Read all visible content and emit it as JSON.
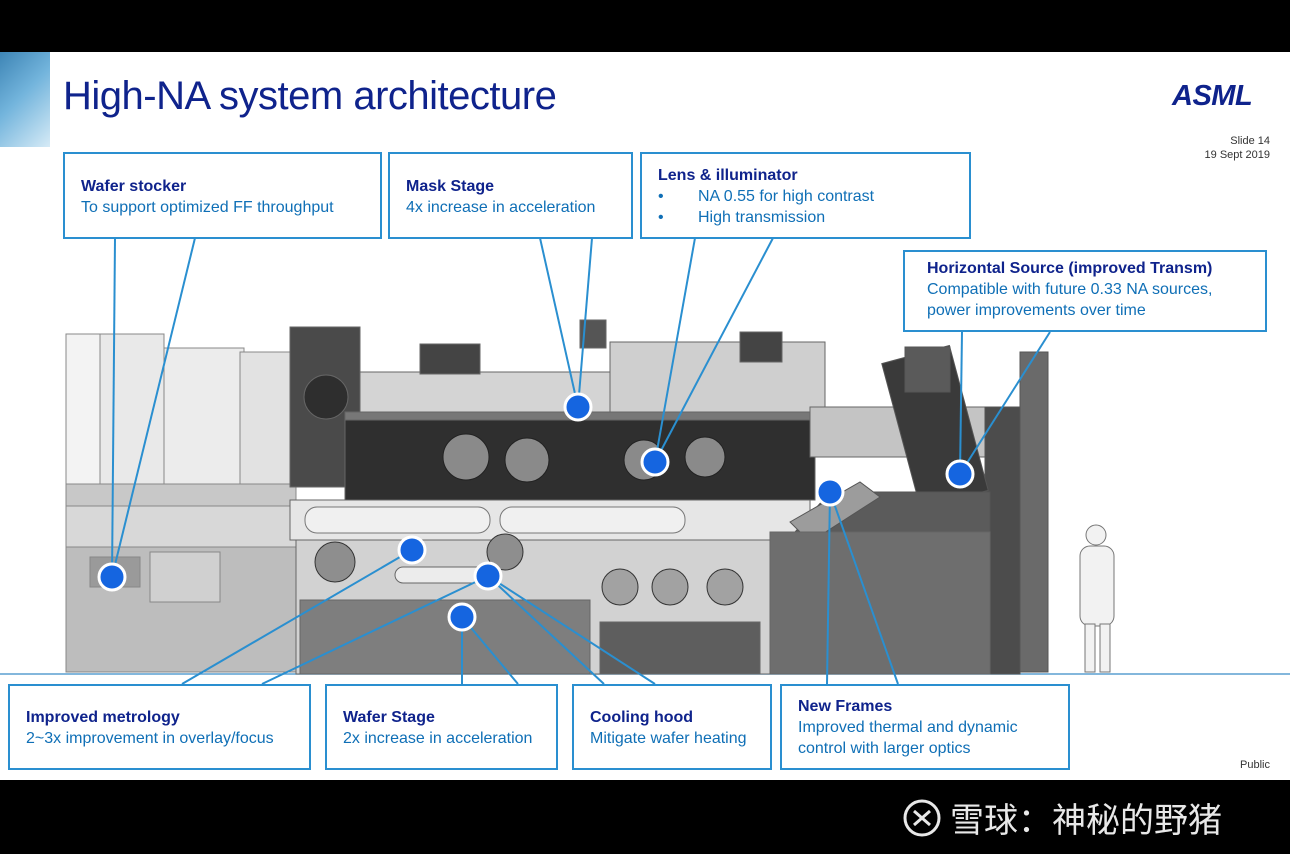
{
  "slide": {
    "title": "High-NA system architecture",
    "logo": "ASML",
    "slide_number": "Slide 14",
    "date": "19 Sept 2019",
    "classification": "Public"
  },
  "callouts": {
    "wafer_stocker": {
      "title": "Wafer stocker",
      "text": "To support optimized FF throughput"
    },
    "mask_stage": {
      "title": "Mask Stage",
      "text": "4x increase in acceleration"
    },
    "lens": {
      "title": "Lens & illuminator",
      "bullets": [
        "NA 0.55 for high contrast",
        "High transmission"
      ]
    },
    "source": {
      "title": "Horizontal Source (improved Transm)",
      "lines": [
        "Compatible with future 0.33 NA sources,",
        "power improvements over time"
      ]
    },
    "metrology": {
      "title": "Improved metrology",
      "text": "2~3x improvement in overlay/focus"
    },
    "wafer_stage": {
      "title": "Wafer Stage",
      "text": "2x increase in acceleration"
    },
    "cooling_hood": {
      "title": "Cooling hood",
      "text": "Mitigate wafer heating"
    },
    "new_frames": {
      "title": "New Frames",
      "lines": [
        "Improved thermal and dynamic",
        "control with larger optics"
      ]
    }
  },
  "watermark": {
    "text": "雪球：神秘的野猪"
  },
  "colors": {
    "title": "#0f238c",
    "accent": "#2a8fd0",
    "marker": "#1565e0"
  }
}
